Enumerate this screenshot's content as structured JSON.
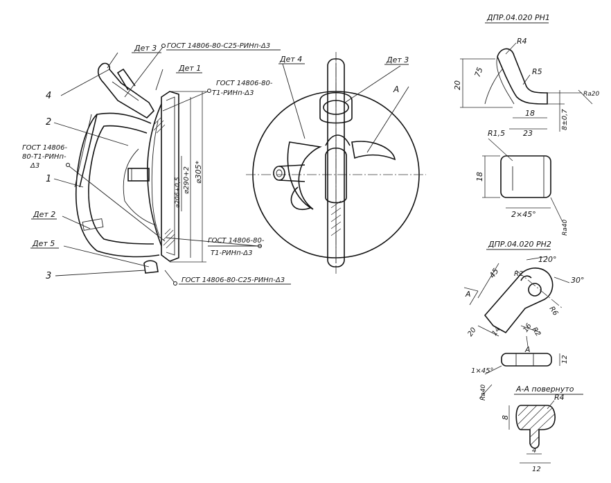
{
  "main_view": {
    "callouts": [
      "4",
      "2",
      "1",
      "3"
    ],
    "det_labels": [
      "Дет 3",
      "Дет 1",
      "Дет 2",
      "Дет 5"
    ],
    "gost_top": "ГОСТ 14806-80-С25-РИНп-Δ3",
    "gost_t1_line1": "ГОСТ 14806-80-",
    "gost_t1_line2": "Т1-РИНп-Δ3",
    "gost_left_line1": "ГОСТ 14806-",
    "gost_left_line2": "80-Т1-РИНп-",
    "gost_left_line3": "Δ3",
    "gost_bottom": "ГОСТ 14806-80-С25-РИНп-Δ3",
    "gost_mid_line1": "ГОСТ 14806-80-",
    "gost_mid_line2": "Т1-РИНп-Δ3",
    "dim_outer": "⌀305*",
    "dim_inner": "⌀290+2",
    "dim_small": "⌀206+0,5"
  },
  "side_view": {
    "det4": "Дет 4",
    "det3": "Дет 3",
    "section_mark": "A"
  },
  "part1": {
    "title": "ДПР.04.020 РН1",
    "r4": "R4",
    "r5": "R5",
    "h20": "20",
    "angle75": "75",
    "w18": "18",
    "w23": "23",
    "tol": "8±0,7",
    "rough": "Ra20",
    "r15": "R1,5",
    "h18": "18",
    "chamfer": "2×45°",
    "rough2": "Ra40"
  },
  "part2": {
    "title": "ДПР.04.020 РН2",
    "angle120": "120°",
    "angle30": "30°",
    "l45": "45",
    "r2": "R2",
    "r6": "R6",
    "r2b": "R2",
    "a20": "20",
    "w14": "14",
    "w16": "16",
    "sec_a": "A",
    "sec_a2": "A",
    "dim12": "12",
    "chamfer": "1×45°",
    "rough": "Ra40"
  },
  "section": {
    "title": "А-А повернуто",
    "r4": "R4",
    "h8": "8",
    "w12": "12",
    "w4": "4"
  }
}
